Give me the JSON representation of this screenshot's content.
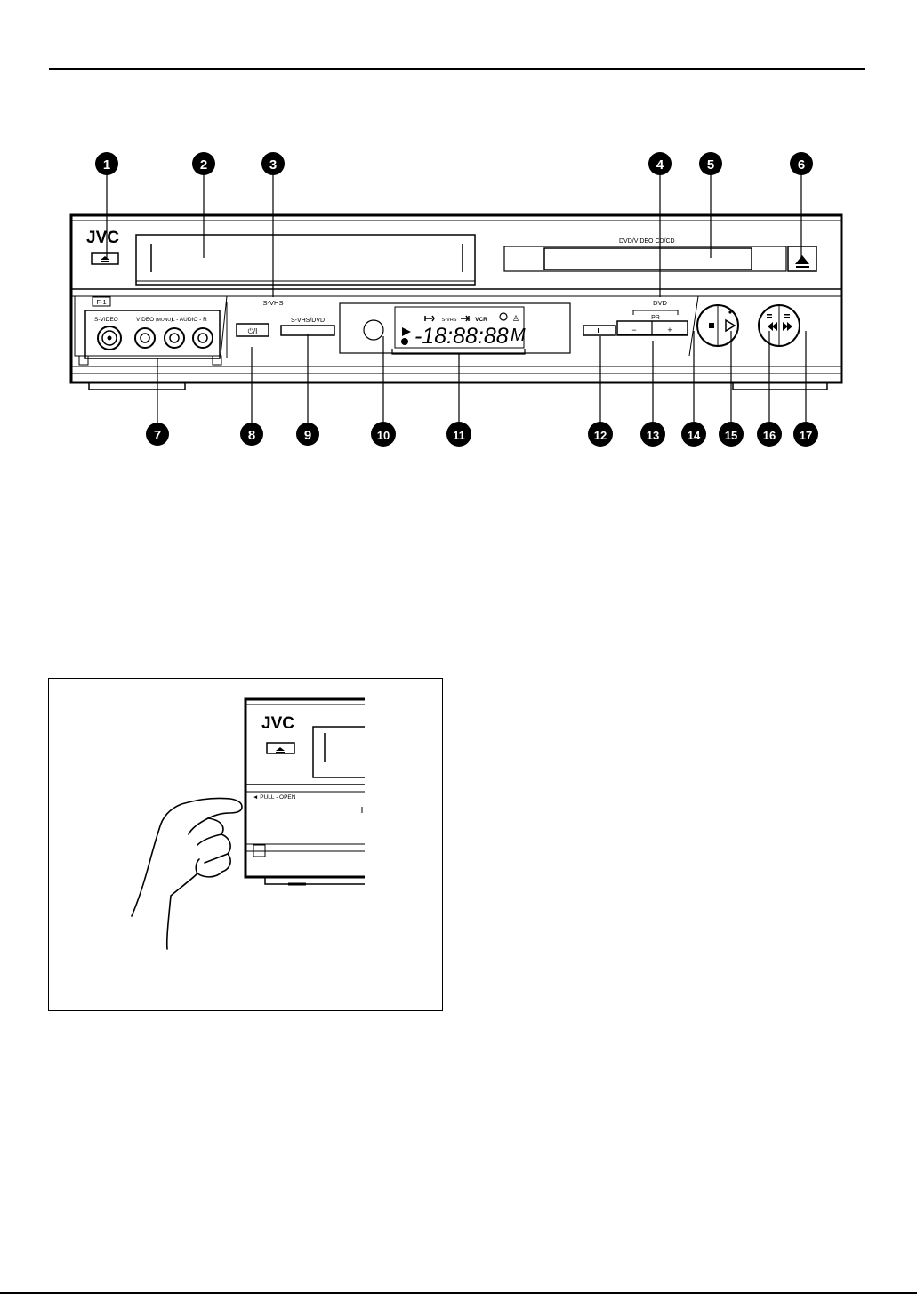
{
  "callouts": [
    "1",
    "2",
    "3",
    "4",
    "5",
    "6",
    "7",
    "8",
    "9",
    "10",
    "11",
    "12",
    "13",
    "14",
    "15",
    "16",
    "17"
  ],
  "panel": {
    "brand": "JVC",
    "disc_tray_label": "DVD/VIDEO CD/CD",
    "svhs_indicator": "S-VHS",
    "dvd_indicator": "DVD",
    "front_jack_cover": "F-1",
    "svideo_label": "S-VIDEO",
    "video_label": "VIDEO",
    "mono_label": "(MONO)",
    "audio_label": "L - AUDIO - R",
    "power_symbol": "⏻/I",
    "svhs_dvd_button": "S-VHS/DVD",
    "pr_label": "PR",
    "pr_minus": "−",
    "pr_plus": "+"
  },
  "display": {
    "svhs_label": "S-VHS",
    "vcr_label": "VCR",
    "digits": "-18:88:88",
    "mode_letter": "M"
  },
  "inset": {
    "brand": "JVC",
    "pull_open_label": "◄ PULL - OPEN"
  }
}
